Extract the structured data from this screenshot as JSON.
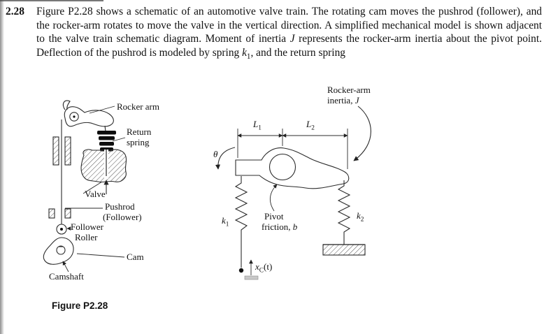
{
  "page": {
    "problem_number": "2.28",
    "paragraph": {
      "seg1": "Figure P2.28 shows a schematic of an automotive valve train. The rotating cam moves the pushrod (follower), and the rocker-arm rotates to move the valve in the vertical direction. A simplified mechanical model is shown adjacent to the valve train schematic diagram. Moment of inertia ",
      "var_J": "J",
      "seg2": " represents the rocker-arm inertia about the pivot point. Deflection of the pushrod is modeled by spring ",
      "var_k": "k",
      "sub_k1": "1",
      "seg3": ", and the return spring"
    },
    "caption": "Figure P2.28"
  },
  "schematic": {
    "rocker_arm": "Rocker arm",
    "return_line1": "Return",
    "return_line2": "spring",
    "valve": "Valve",
    "pushrod_line1": "Pushrod",
    "pushrod_line2": "(Follower)",
    "follower_line1": "Follower",
    "follower_line2": "Roller",
    "cam": "Cam",
    "camshaft": "Camshaft"
  },
  "model": {
    "inertia_line1": "Rocker-arm",
    "inertia_line2_pre": "inertia, ",
    "inertia_J": "J",
    "L_base": "L",
    "L1_sub": "1",
    "L2_sub": "2",
    "theta": "θ",
    "k_base": "k",
    "k1_sub": "1",
    "k2_sub": "2",
    "pivot_line1": "Pivot",
    "pivot_line2_pre": "friction, ",
    "pivot_b": "b",
    "x_base": "x",
    "x_sub": "C",
    "x_post": "(t)"
  }
}
